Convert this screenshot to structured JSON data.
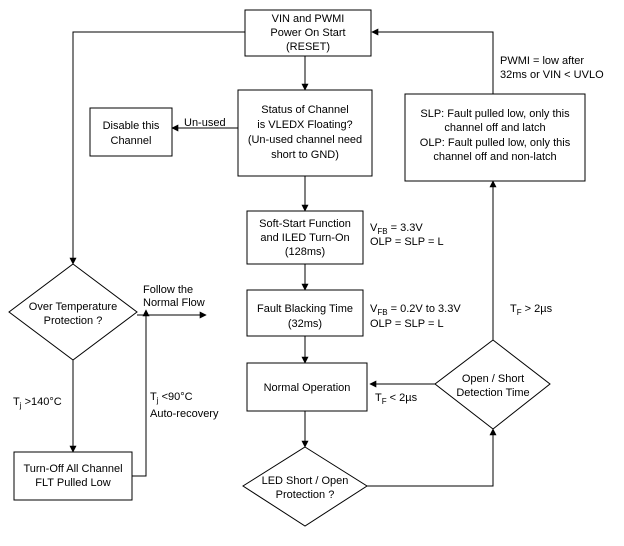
{
  "nodes": {
    "start": [
      "VIN and PWMI",
      "Power On Start",
      "(RESET)"
    ],
    "status": [
      "Status of Channel",
      "is VLEDX Floating?",
      "(Un-used channel need",
      "short to GND)"
    ],
    "disable": [
      "Disable this",
      "Channel"
    ],
    "softstart": [
      "Soft-Start Function",
      "and ILED Turn-On",
      "(128ms)"
    ],
    "fault_blank": [
      "Fault Blacking Time",
      "(32ms)"
    ],
    "normal": [
      "Normal Operation"
    ],
    "led_short": [
      "LED Short / Open",
      "Protection ?"
    ],
    "detection": [
      "Open / Short",
      "Detection Time"
    ],
    "slp_olp": [
      "SLP: Fault pulled low, only this",
      "channel off and latch",
      "OLP: Fault pulled low, only this",
      "channel off and non-latch"
    ],
    "otp": [
      "Over Temperature",
      "Protection ?"
    ],
    "turnoff": [
      "Turn-Off All Channel",
      "FLT Pulled Low"
    ]
  },
  "labels": {
    "unused": "Un-used",
    "pwmi_note": [
      "PWMI = low after",
      "32ms or VIN < UVLO"
    ],
    "follow": [
      "Follow the",
      "Normal Flow"
    ],
    "vfb_ss": {
      "pre": "V",
      "sub": "FB",
      "post": " = 3.3V"
    },
    "olp_ss": "OLP = SLP = L",
    "vfb_fb": {
      "pre": "V",
      "sub": "FB",
      "post": " = 0.2V to 3.3V"
    },
    "olp_fb": "OLP = SLP = L",
    "tf_gt": {
      "pre": "T",
      "sub": "F",
      "post": " > 2µs"
    },
    "tf_lt": {
      "pre": "T",
      "sub": "F",
      "post": " < 2µs"
    },
    "tj_hot": {
      "pre": "T",
      "sub": "j",
      "post": " >140°C"
    },
    "tj_cool": {
      "pre": "T",
      "sub": "j",
      "post": " <90°C"
    },
    "auto_recovery": "Auto-recovery"
  }
}
